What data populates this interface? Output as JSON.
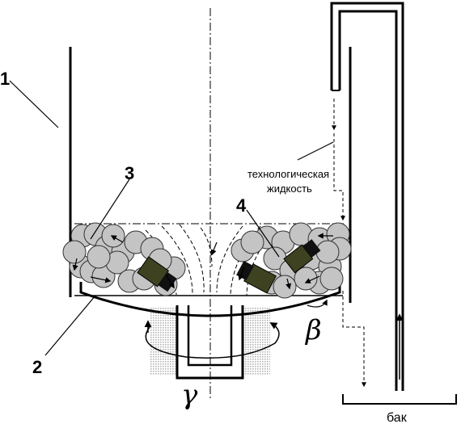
{
  "labels": {
    "part_1": "1",
    "part_2": "2",
    "part_3": "3",
    "part_4": "4",
    "fluid_line1": "технологическая",
    "fluid_line2": "жидкость",
    "beta": "β",
    "gamma": "γ",
    "tank": "бак"
  },
  "colors": {
    "ball_fill": "#c4c4c4",
    "ball_stroke": "#333333",
    "part_fill": "#3e4221",
    "part_dark": "#111111",
    "hatch": "#bdbdbd",
    "line": "#000000"
  }
}
